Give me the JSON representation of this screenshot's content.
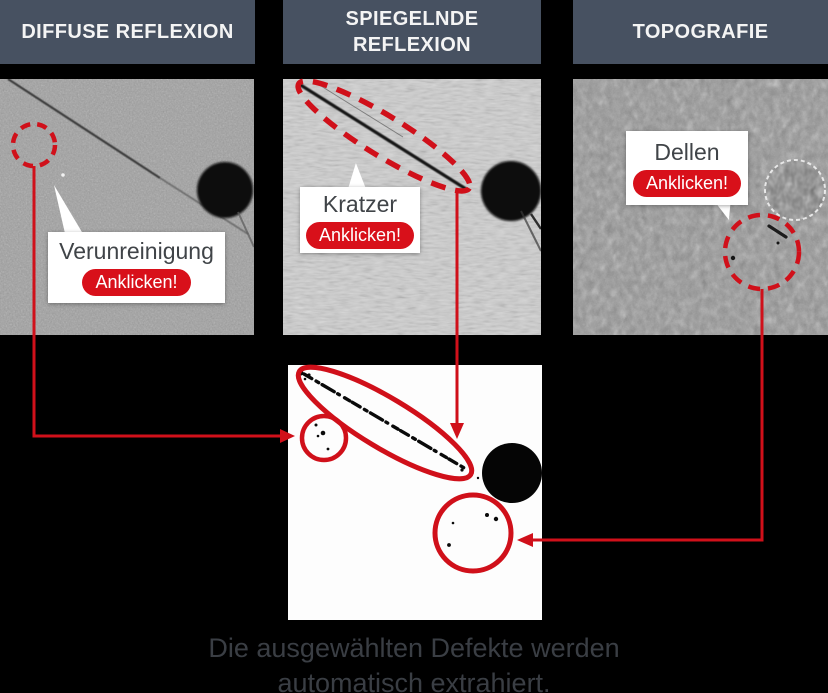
{
  "page": {
    "caption": {
      "line1": "Die ausgewählten Defekte werden",
      "line2": "automatisch extrahiert."
    }
  },
  "colors": {
    "background": "#000000",
    "header_bg": "#475161",
    "header_text": "#f4f4f4",
    "accent_red": "#d0101a",
    "pill_bg": "#d8101a",
    "pill_text": "#ffffff",
    "tooltip_label_text": "#404448",
    "caption_text": "#3a3e44"
  },
  "panels": [
    {
      "title": "DIFFUSE REFLEXION",
      "tooltip": {
        "label": "Verunreinigung",
        "button": "Anklicken!"
      }
    },
    {
      "title": "SPIEGELNDE REFLEXION",
      "tooltip": {
        "label": "Kratzer",
        "button": "Anklicken!"
      }
    },
    {
      "title": "TOPOGRAFIE",
      "tooltip": {
        "label": "Dellen",
        "button": "Anklicken!"
      }
    }
  ],
  "markers": {
    "diffuse": "dashed-circle",
    "specular": "dashed-ellipse",
    "topografie": "dashed-circle",
    "result": [
      "solid-circle",
      "solid-ellipse",
      "solid-circle"
    ]
  }
}
